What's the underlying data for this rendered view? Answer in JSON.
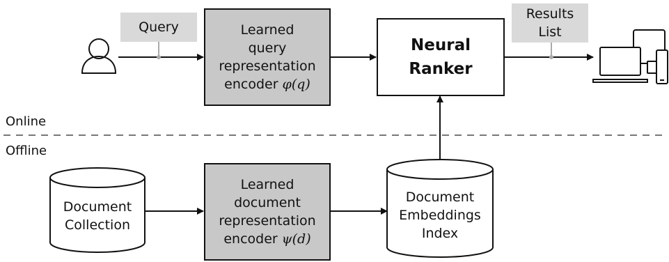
{
  "labels": {
    "query": "Query",
    "results": [
      "Results",
      "List"
    ],
    "online": "Online",
    "offline": "Offline"
  },
  "query_encoder": {
    "lines": [
      "Learned",
      "query",
      "representation"
    ],
    "encoder_prefix": "encoder ",
    "math": "φ(q)"
  },
  "neural_ranker": {
    "lines": [
      "Neural",
      "Ranker"
    ]
  },
  "document_encoder": {
    "lines": [
      "Learned",
      "document",
      "representation"
    ],
    "encoder_prefix": "encoder ",
    "math": "ψ(d)"
  },
  "document_collection": {
    "lines": [
      "Document",
      "Collection"
    ]
  },
  "embeddings_index": {
    "lines": [
      "Document",
      "Embeddings",
      "Index"
    ]
  },
  "colors": {
    "box_fill": "#c8c8c8",
    "label_fill": "#d9d9d9",
    "stroke": "#111111",
    "dashed_divider": "#777777"
  }
}
